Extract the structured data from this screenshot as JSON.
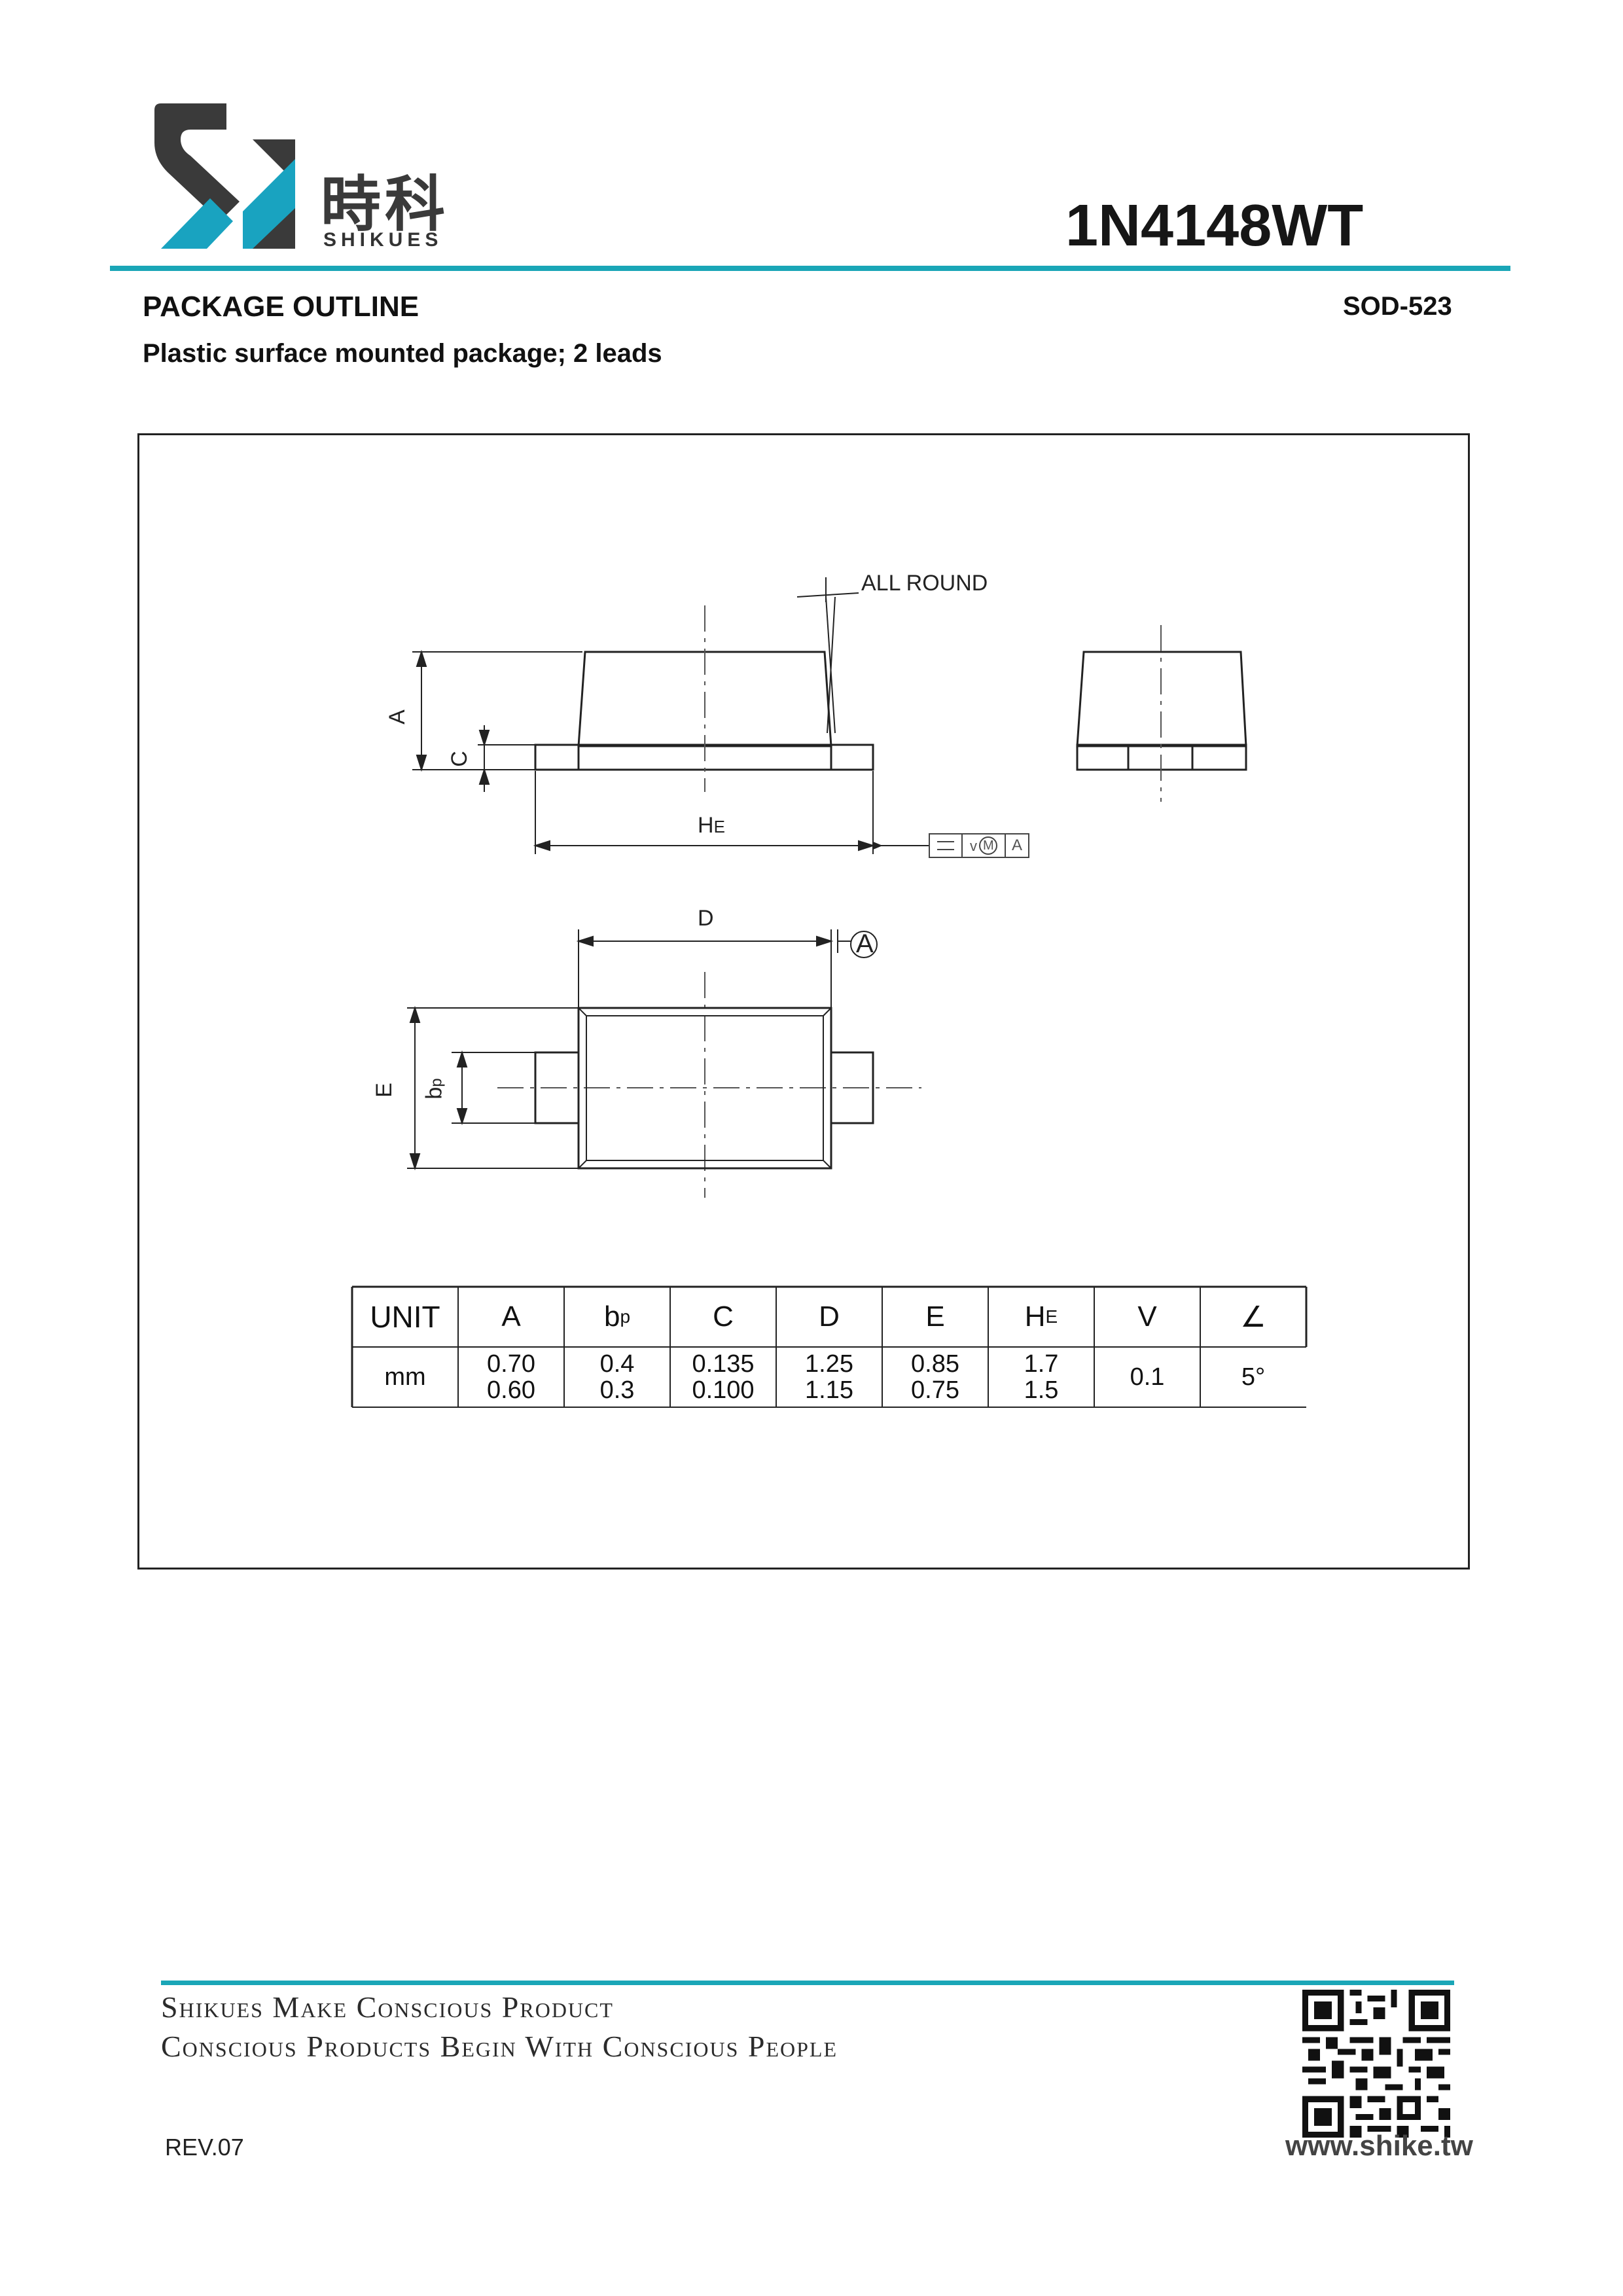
{
  "header": {
    "logo_cn": "時科",
    "logo_en": "SHIKUES",
    "part_number": "1N4148WT"
  },
  "section": {
    "title": "PACKAGE OUTLINE",
    "package": "SOD-523",
    "subtitle": "Plastic surface mounted package; 2 leads"
  },
  "drawing": {
    "all_round": "ALL ROUND",
    "label_A": "A",
    "label_C": "C",
    "label_HE_main": "H",
    "label_HE_sub": "E",
    "label_D": "D",
    "label_datum": "A",
    "label_E": "E",
    "label_bp_main": "b",
    "label_bp_sub": "p",
    "fcf_v": "v",
    "fcf_m": "M",
    "fcf_a": "A"
  },
  "dimension_table": {
    "headers": [
      {
        "main": "UNIT",
        "sub": ""
      },
      {
        "main": "A",
        "sub": ""
      },
      {
        "main": "b",
        "sub": "p"
      },
      {
        "main": "C",
        "sub": ""
      },
      {
        "main": "D",
        "sub": ""
      },
      {
        "main": "E",
        "sub": ""
      },
      {
        "main": "H",
        "sub": "E"
      },
      {
        "main": "V",
        "sub": ""
      },
      {
        "main": "∠",
        "sub": ""
      }
    ],
    "unit": "mm",
    "values": [
      {
        "max": "0.70",
        "min": "0.60"
      },
      {
        "max": "0.4",
        "min": "0.3"
      },
      {
        "max": "0.135",
        "min": "0.100"
      },
      {
        "max": "1.25",
        "min": "1.15"
      },
      {
        "max": "0.85",
        "min": "0.75"
      },
      {
        "max": "1.7",
        "min": "1.5"
      },
      {
        "single": "0.1"
      },
      {
        "single": "5°"
      }
    ]
  },
  "footer": {
    "slogan_line1": "Shikues Make Conscious Product",
    "slogan_line2": "Conscious Products Begin With Conscious People",
    "revision": "REV.07",
    "website": "www.shike.tw"
  },
  "colors": {
    "accent": "#1aa6b7",
    "logo_dark": "#3a3a3a",
    "logo_teal": "#19a3c0"
  }
}
